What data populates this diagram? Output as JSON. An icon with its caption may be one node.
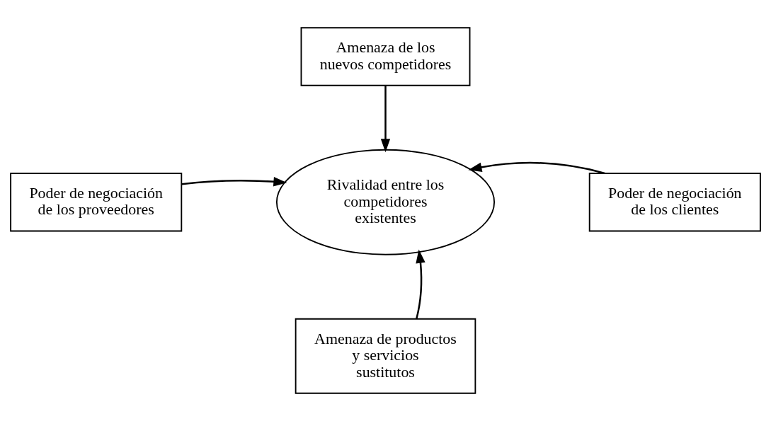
{
  "diagram": {
    "nodes": [
      {
        "text": [
          "Amenaza de los nuevos competidores"
        ]
      },
      {
        "text": [
          "Poder de negociación de los proveedores"
        ]
      },
      {
        "text": [
          "Rivalidad entre los competidores existentes"
        ]
      },
      {
        "text": [
          "Poder de negociación de los clientes"
        ]
      },
      {
        "text": [
          "Amenaza de productos y servicios sustitutos"
        ]
      }
    ],
    "edges": [
      {
        "from": 0,
        "to": 2,
        "arrow": "to"
      },
      {
        "from": 1,
        "to": 2,
        "arrow": "to"
      },
      {
        "from": 3,
        "to": 2,
        "arrow": "to"
      },
      {
        "from": 4,
        "to": 2,
        "arrow": "to"
      }
    ]
  }
}
